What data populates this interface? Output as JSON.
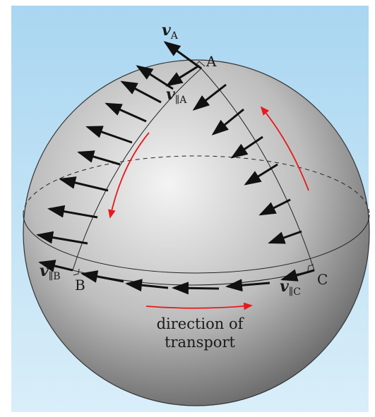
{
  "diagram": {
    "labels": {
      "point_a": "A",
      "point_b": "B",
      "point_c": "C",
      "vector_main": "v",
      "vector_main_sub": "A",
      "vec_par_a": "v",
      "vec_par_a_sub": "∥A",
      "vec_par_b": "v",
      "vec_par_b_sub": "∥B",
      "vec_par_c": "v",
      "vec_par_c_sub": "∥C",
      "caption_line1": "direction of",
      "caption_line2": "transport"
    },
    "colors": {
      "background_top": "#a9d6f1",
      "background_bottom": "#d9eef9",
      "sphere_light": "#f4f4f4",
      "sphere_mid": "#bdbdbd",
      "sphere_dark": "#5a5a5a",
      "arrow": "#111111",
      "direction_arrow": "#e8191b"
    },
    "shape": "sphere",
    "path": "geodesic triangle A-B-C",
    "equator_back": "dashed",
    "right_angles": [
      "A",
      "B",
      "C"
    ]
  }
}
